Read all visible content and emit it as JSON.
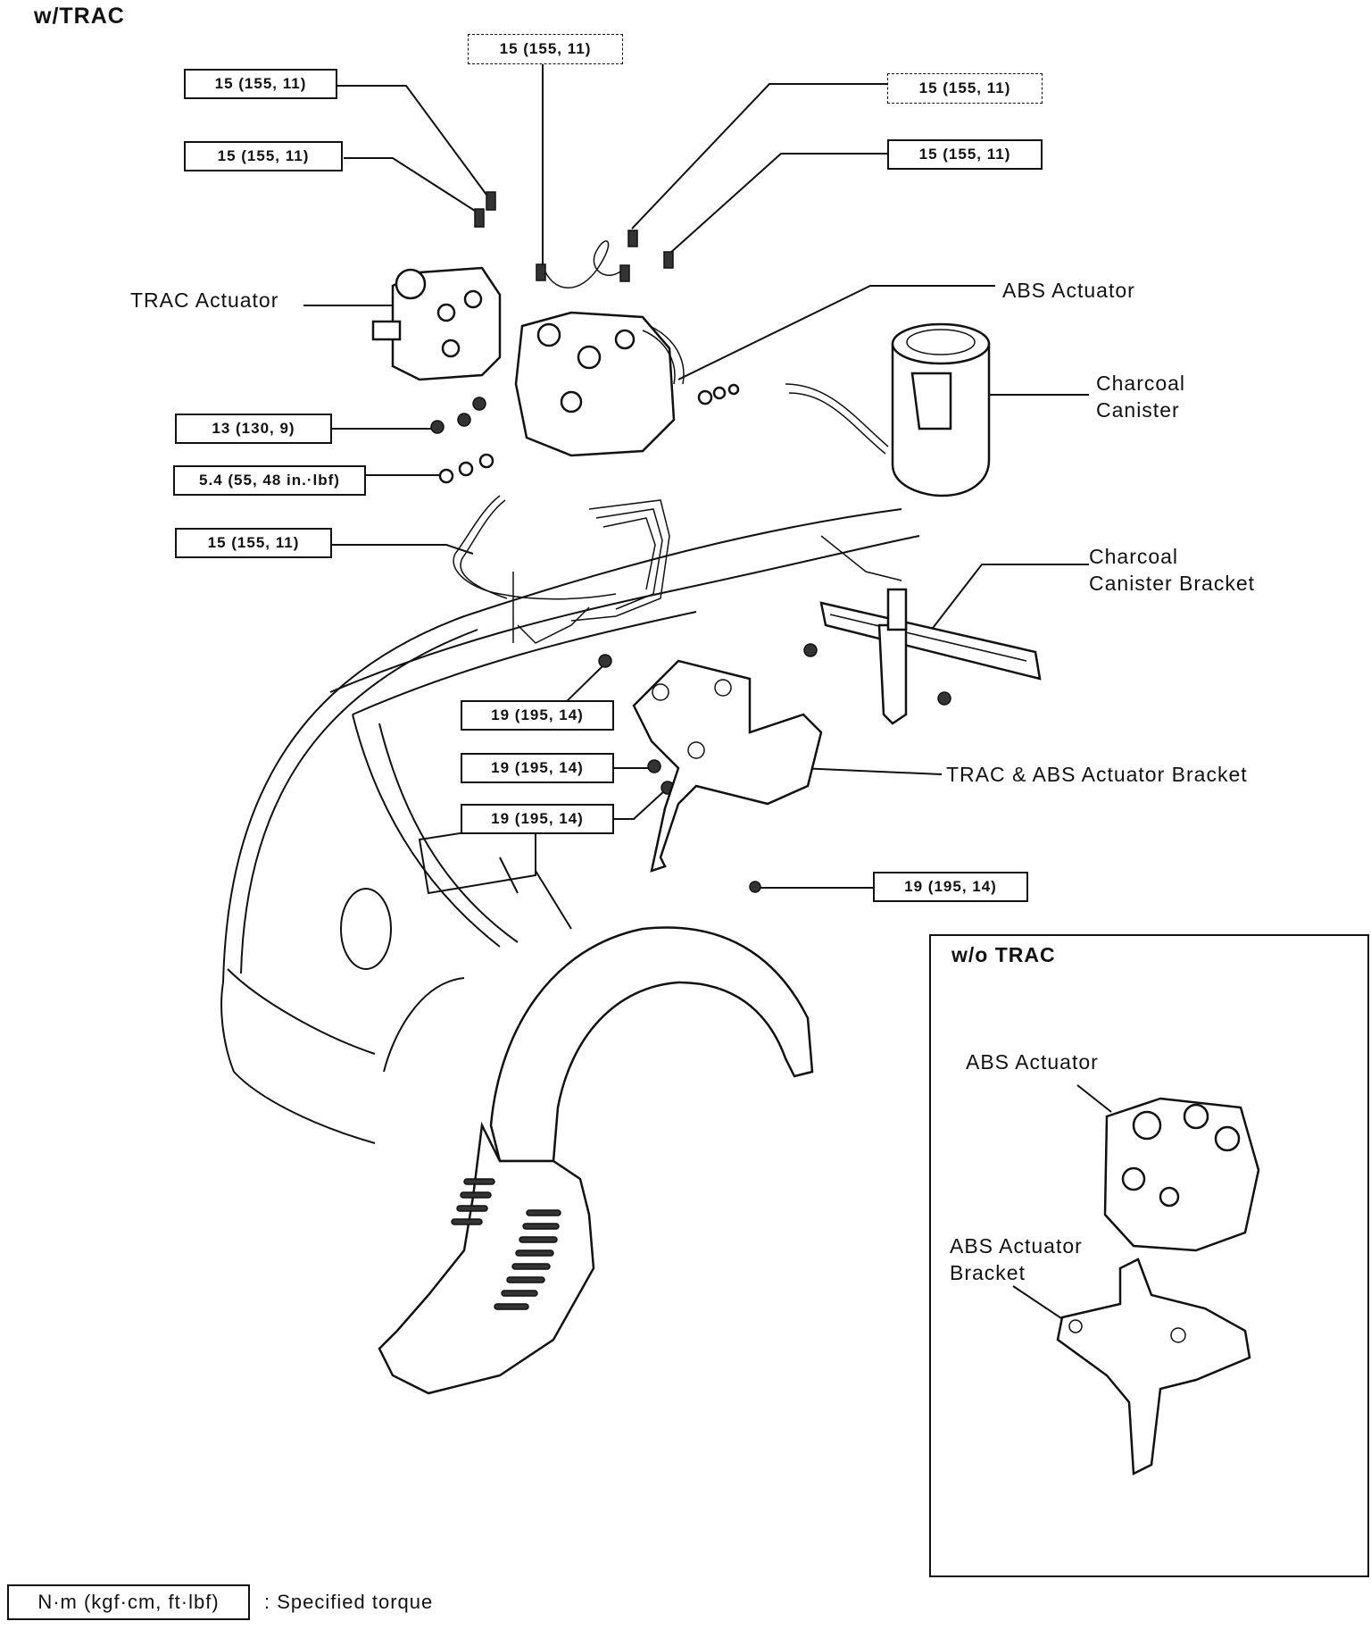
{
  "section_title": "w/TRAC",
  "torque_labels": {
    "t1": "15 (155, 11)",
    "t2": "15 (155, 11)",
    "t3": "15 (155, 11)",
    "t4": "15 (155, 11)",
    "t5": "15 (155, 11)",
    "t6": "13 (130, 9)",
    "t7": "5.4 (55, 48 in.·lbf)",
    "t8": "15 (155, 11)",
    "t9": "19 (195, 14)",
    "t10": "19 (195, 14)",
    "t11": "19 (195, 14)",
    "t12": "19 (195, 14)"
  },
  "part_labels": {
    "trac_actuator": "TRAC Actuator",
    "abs_actuator": "ABS Actuator",
    "charcoal_canister_1": "Charcoal",
    "charcoal_canister_2": "Canister",
    "canister_bracket_1": "Charcoal",
    "canister_bracket_2": "Canister Bracket",
    "actuator_bracket": "TRAC & ABS Actuator Bracket"
  },
  "inset": {
    "title": "w/o TRAC",
    "abs_actuator": "ABS Actuator",
    "abs_bracket_1": "ABS Actuator",
    "abs_bracket_2": "Bracket"
  },
  "legend": {
    "box": "N·m (kgf·cm, ft·lbf)",
    "text": ": Specified torque"
  }
}
